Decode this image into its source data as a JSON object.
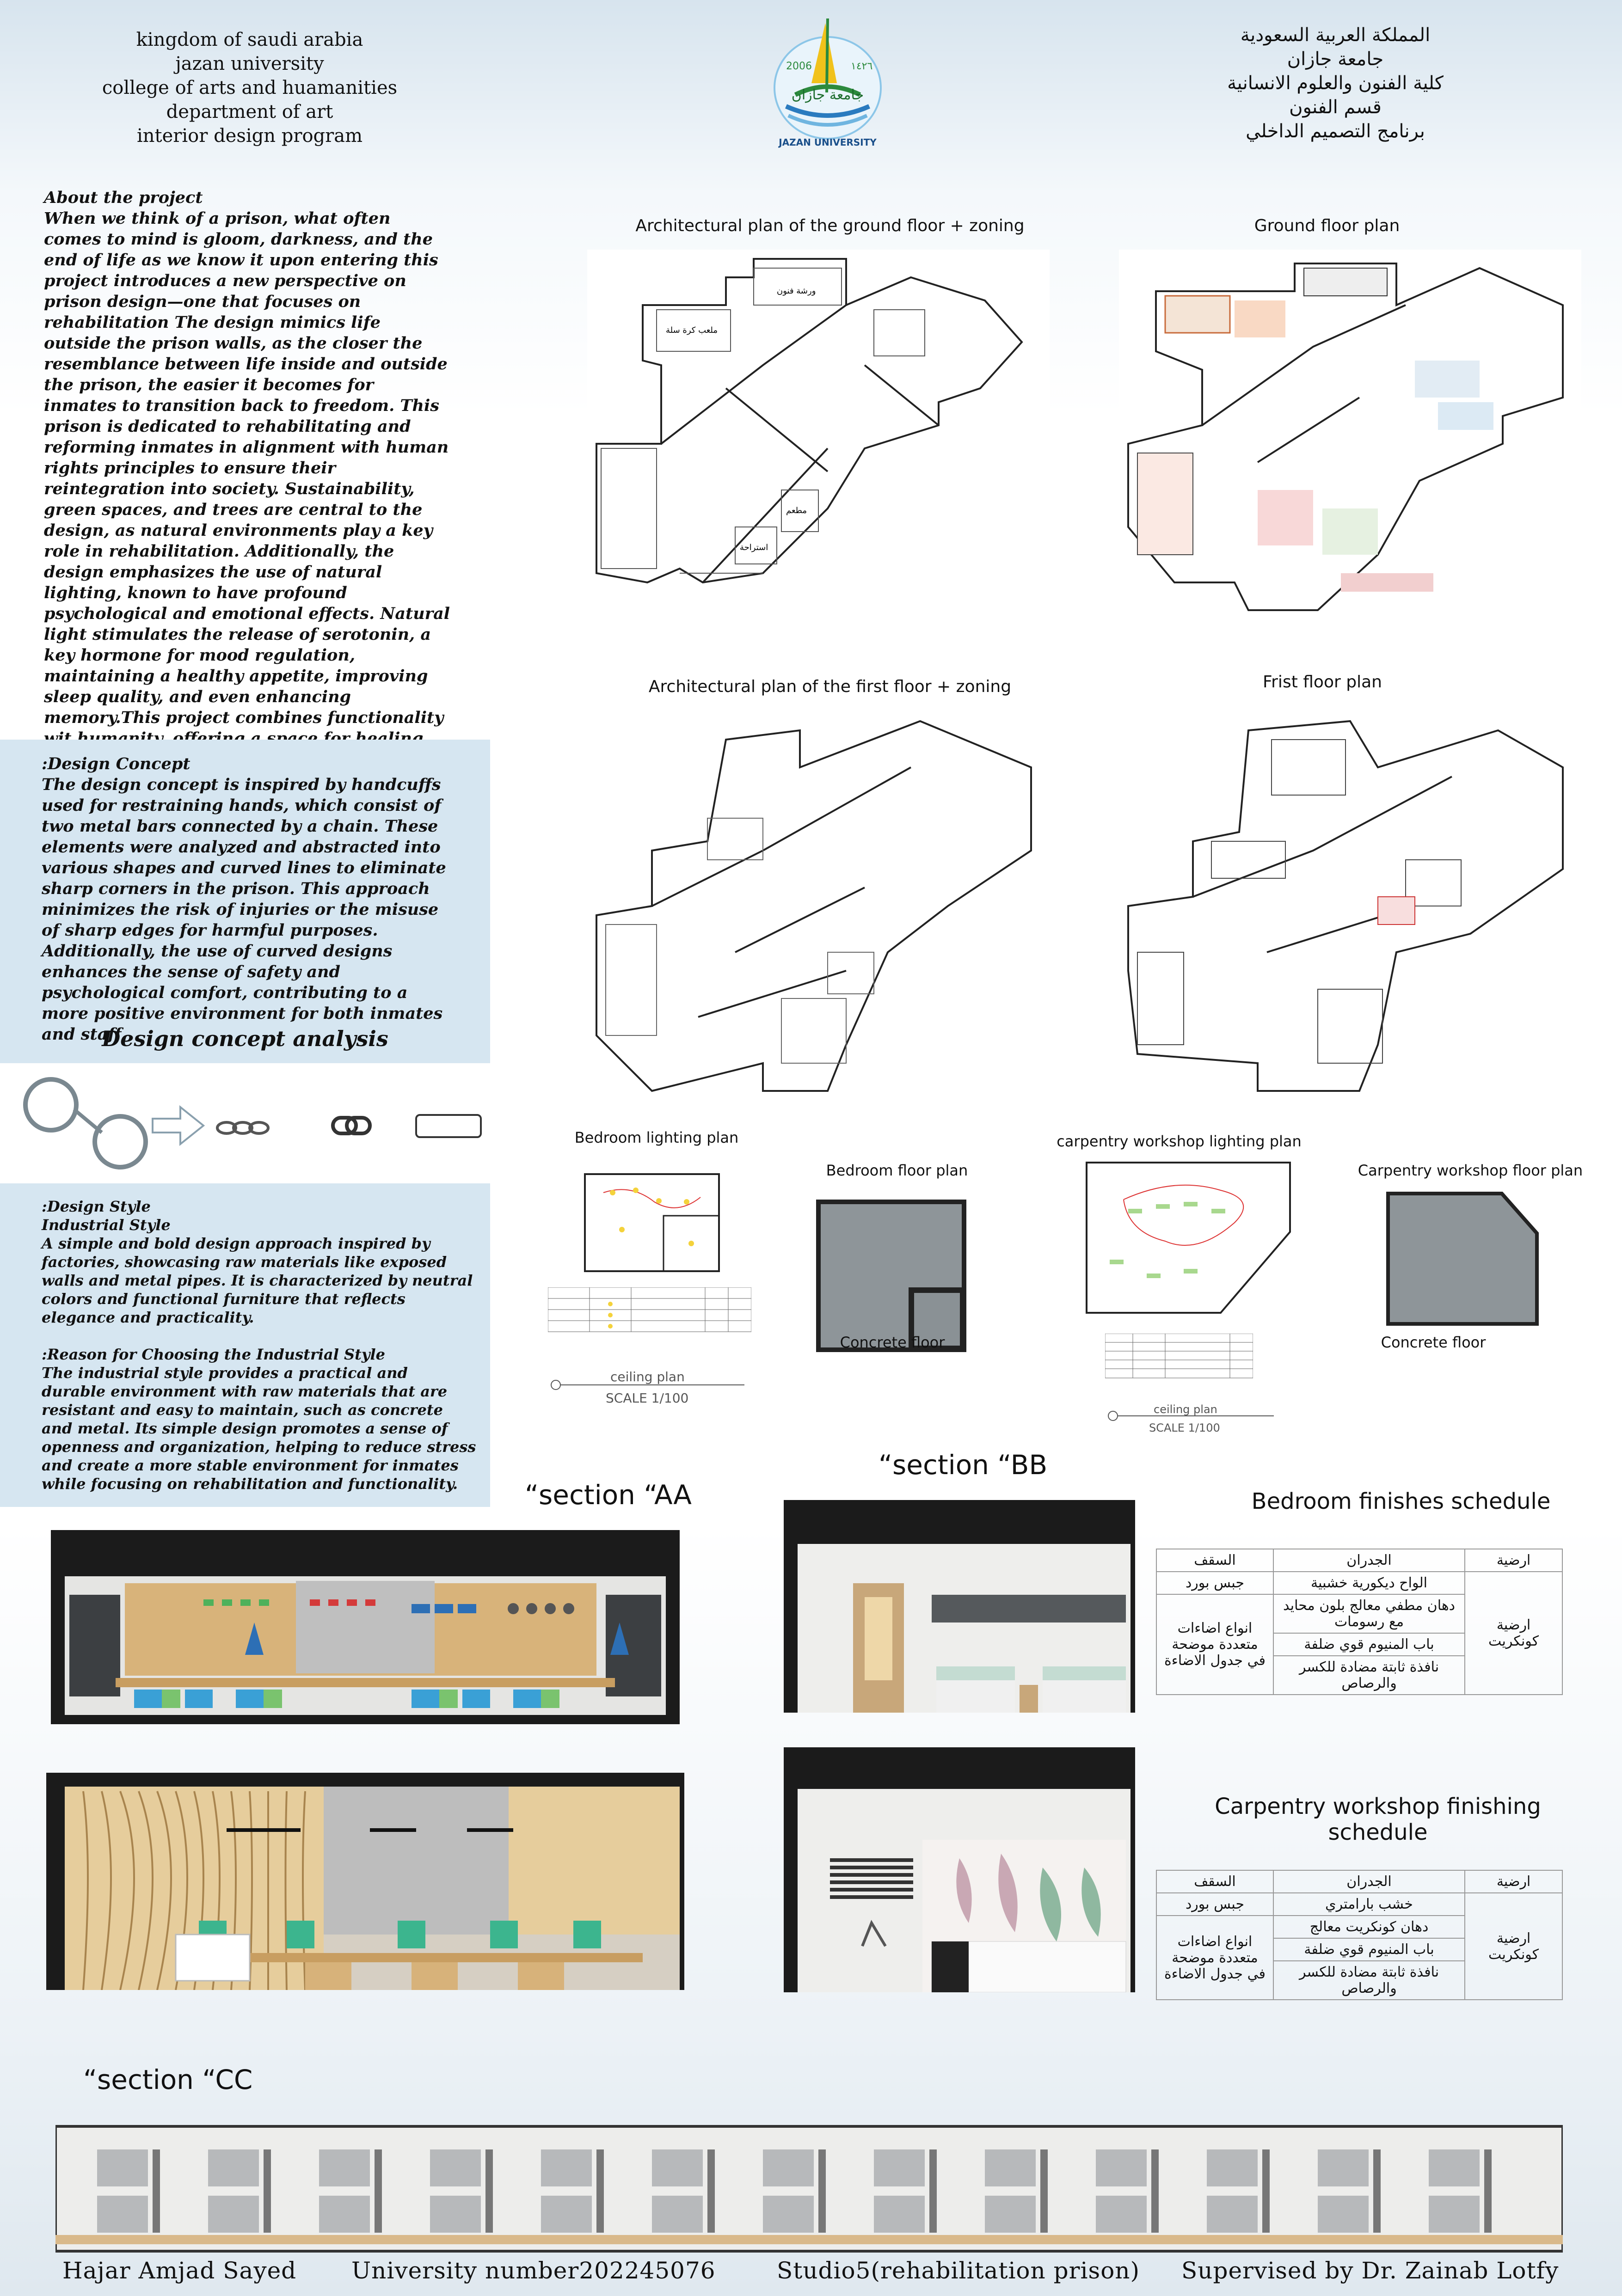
{
  "header": {
    "english_lines": [
      "kingdom of saudi arabia",
      "jazan university",
      "college of arts and huamanities",
      "department of art",
      "interior design program"
    ],
    "arabic_lines": [
      "المملكة العربية السعودية",
      "جامعة جازان",
      "كلية الفنون والعلوم الانسانية",
      "قسم الفنون",
      "برنامج التصميم الداخلي"
    ],
    "logo": {
      "year_left": "2006",
      "year_right": "١٤٢٦",
      "name": "JAZAN UNIVERSITY",
      "arabic": "جامعة جازان",
      "icon": "jazan-university-logo"
    }
  },
  "about": {
    "heading": "About the project",
    "body": "When we think of a prison, what often comes to mind is gloom, darkness, and the end of life as we know it upon entering this project introduces a new perspective on prison design—one that focuses on rehabilitation The design mimics life outside the prison walls, as the closer the resemblance between life inside and outside the prison, the easier it becomes for inmates to transition back to freedom. This prison is dedicated to rehabilitating and reforming inmates in alignment with human rights principles to ensure their reintegration into society. Sustainability, green spaces, and trees are central to the design, as natural environments play a key role in rehabilitation. Additionally, the design emphasizes the use of natural lighting, known to have profound psychological and emotional effects. Natural light stimulates the release of serotonin, a key hormone for mood regulation, maintaining a healthy appetite, improving sleep quality, and even enhancing memory.This project combines functionality wit humanity, offering a space for healing and growth."
  },
  "concept": {
    "heading": ":Design Concept",
    "body": "The design concept is inspired by handcuffs used for restraining hands, which consist of two metal bars connected by a chain. These elements were analyzed and abstracted into various shapes and curved lines to eliminate sharp corners in the prison. This approach minimizes the risk of injuries or the misuse of sharp edges for harmful purposes. Additionally, the use of curved designs enhances the sense of safety and psychological comfort, contributing to a more positive environment for both inmates and staff.",
    "analysis_title": "Design concept analysis"
  },
  "style": {
    "heading": ":Design Style",
    "subheading": "Industrial Style",
    "body": "A simple and bold design approach inspired by factories, showcasing raw materials like exposed walls and metal pipes. It is characterized by neutral colors and functional furniture that reflects elegance and practicality.",
    "reason_heading": ":Reason for Choosing the Industrial Style",
    "reason_body": "The industrial style provides a practical and durable environment with raw materials that are resistant and easy to maintain, such as concrete and metal. Its simple design promotes a sense of openness and organization, helping to reduce stress and create a more stable environment for inmates while focusing on rehabilitation and functionality."
  },
  "plans": {
    "ground_zoning": "Architectural plan of the ground floor + zoning",
    "ground": "Ground floor plan",
    "first_zoning": "Architectural plan of the first floor + zoning",
    "first": "Frist floor plan",
    "bedroom_lighting": "Bedroom lighting plan",
    "bedroom_floor": "Bedroom floor plan",
    "carpentry_lighting": "carpentry workshop lighting plan",
    "carpentry_floor": "Carpentry workshop floor plan",
    "concrete1": "Concrete floor",
    "concrete2": "Concrete floor",
    "ceiling1": "ceiling plan",
    "scale1": "SCALE 1/100",
    "ceiling2": "ceiling plan",
    "scale2": "SCALE 1/100",
    "zone_labels": [
      "ورشة فنون",
      "ملعب كرة سلة",
      "مطعم",
      "استراحة"
    ]
  },
  "sections": {
    "aa": "“section “AA",
    "bb": "“section “BB",
    "cc": "“section “CC"
  },
  "bedroom_schedule": {
    "title": "Bedroom finishes schedule",
    "headers": [
      "ارضية",
      "الجدران",
      "السقف"
    ],
    "floor": "ارضية كونكريت",
    "walls": [
      "الواح ديكورية خشبية",
      "دهان مطفي معالج بلون محايد مع رسومات",
      "باب المنيوم قوي ضلفة",
      "نافذة ثابتة مضادة للكسر والرصاص"
    ],
    "ceiling": [
      "جبس بورد",
      "انواع اضاءات متعددة موضحة في جدول الاضاءة"
    ]
  },
  "carpentry_schedule": {
    "title": "Carpentry workshop finishing schedule",
    "headers": [
      "ارضية",
      "الجدران",
      "السقف"
    ],
    "floor": "ارضية كونكريت",
    "walls": [
      "خشب بارامتري",
      "دهان كونكريت معالج",
      "باب المنيوم قوي ضلفة",
      "نافذة ثابتة مضادة للكسر والرصاص"
    ],
    "ceiling": [
      "جبس بورد",
      "انواع اضاءات متعددة موضحة في جدول الاضاءة"
    ]
  },
  "footer": {
    "author": "Hajar Amjad Sayed",
    "uni_number": "University number202245076",
    "studio": "Studio5(rehabilitation prison)",
    "supervisor": "Supervised by Dr. Zainab Lotfy"
  },
  "colors": {
    "panel_blue": "#d6e6f1",
    "concrete": "#8e9599",
    "wood": "#d9b98a",
    "mint": "#c4dcd2"
  }
}
